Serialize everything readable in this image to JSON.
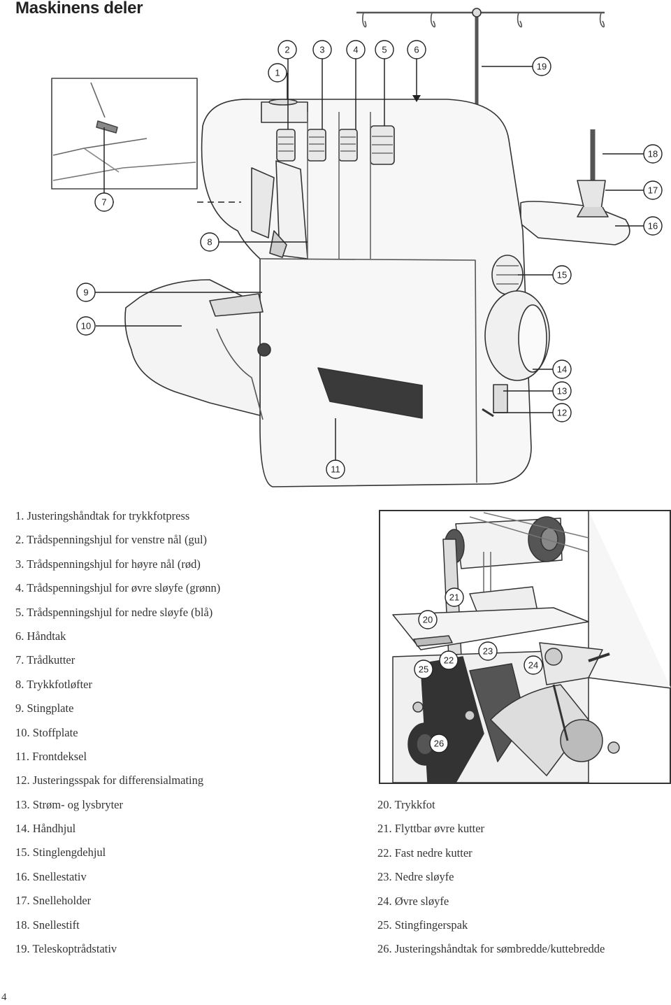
{
  "page": {
    "title": "Maskinens deler",
    "page_number": "4"
  },
  "machine_callouts": [
    "1",
    "2",
    "3",
    "4",
    "5",
    "6",
    "7",
    "8",
    "9",
    "10",
    "11",
    "12",
    "13",
    "14",
    "15",
    "16",
    "17",
    "18",
    "19"
  ],
  "detail_callouts": [
    "20",
    "21",
    "22",
    "23",
    "24",
    "25",
    "26"
  ],
  "parts_left": [
    "1. Justeringshåndtak for trykkfotpress",
    "2. Trådspenningshjul for venstre nål (gul)",
    "3. Trådspenningshjul for høyre nål (rød)",
    "4. Trådspenningshjul for øvre sløyfe (grønn)",
    "5. Trådspenningshjul for nedre sløyfe (blå)",
    "6. Håndtak",
    "7. Trådkutter",
    "8. Trykkfotløfter",
    "9. Stingplate",
    "10. Stoffplate",
    "11. Frontdeksel",
    "12. Justeringsspak for differensialmating",
    "13. Strøm- og lysbryter",
    "14. Håndhjul",
    "15. Stinglengdehjul",
    "16. Snellestativ",
    "17. Snelleholder",
    "18. Snellestift",
    "19. Teleskoptrådstativ"
  ],
  "parts_right": [
    "20. Trykkfot",
    "21. Flyttbar øvre kutter",
    "22. Fast nedre kutter",
    "23. Nedre sløyfe",
    "24. Øvre sløyfe",
    "25. Stingfingerspak",
    "26. Justeringshåndtak for sømbredde/kuttebredde"
  ]
}
